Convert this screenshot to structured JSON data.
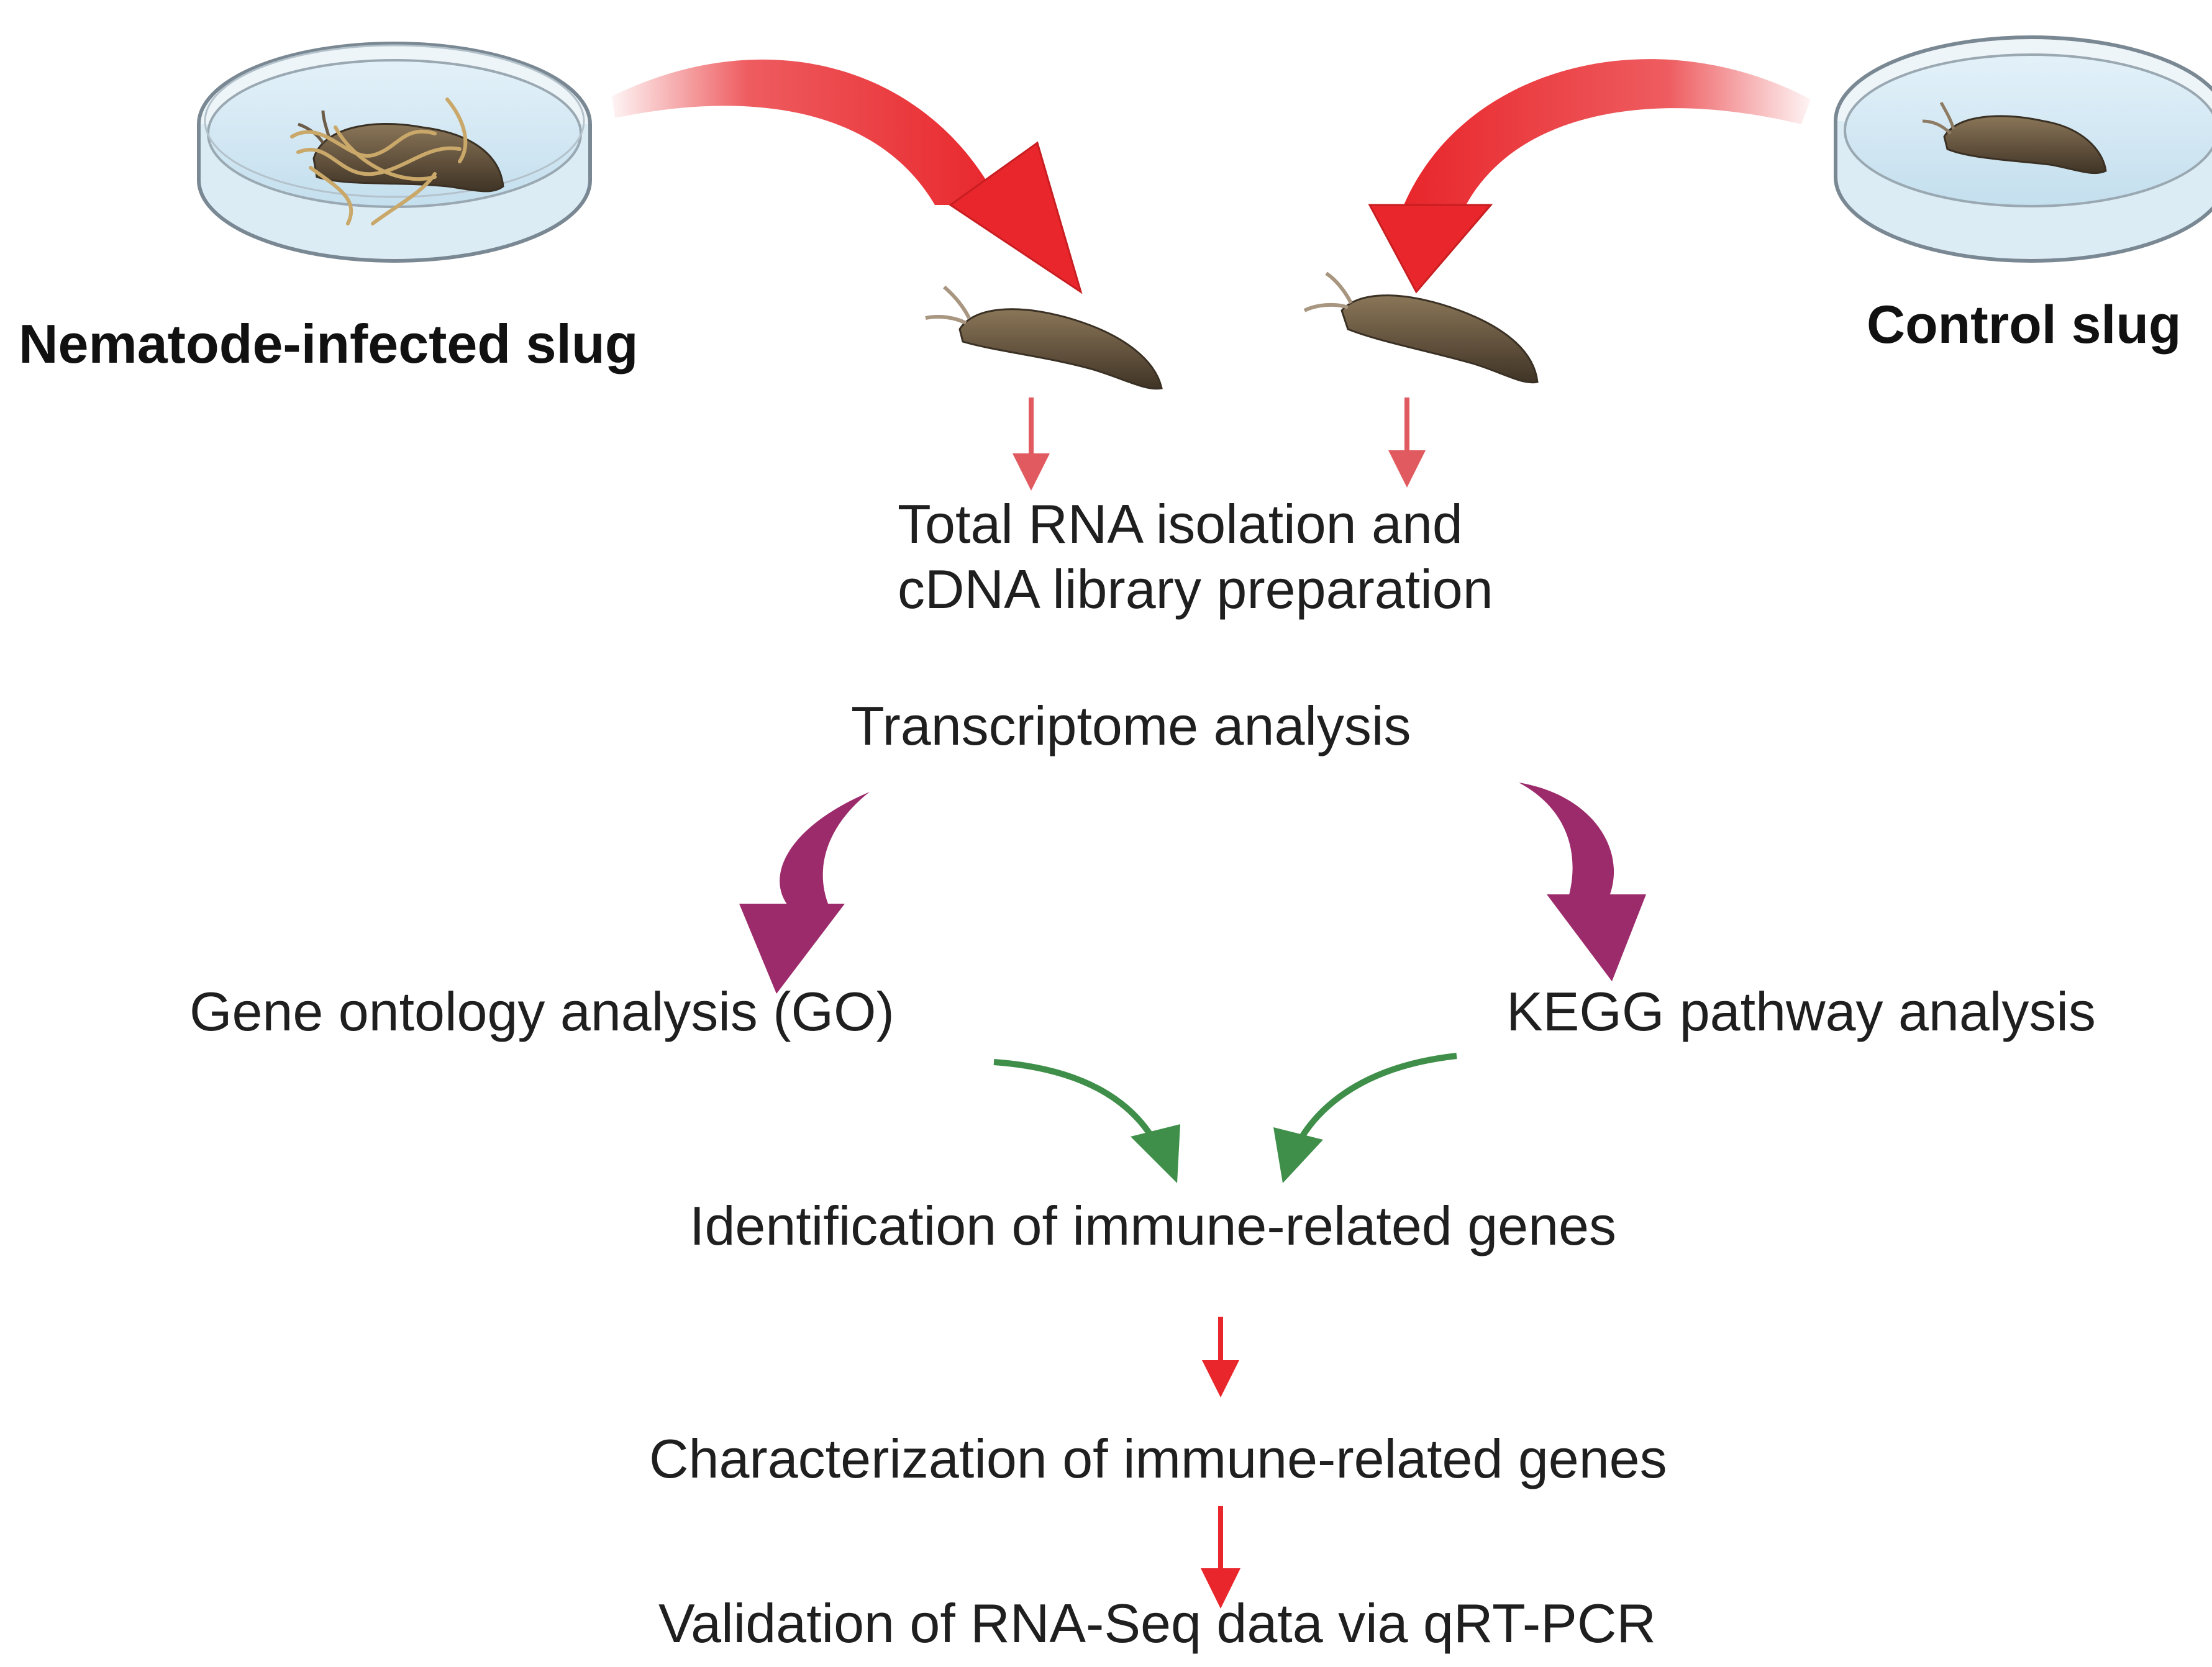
{
  "labels": {
    "infected": "Nematode-infected slug",
    "control": "Control slug",
    "rna_line1": "Total RNA  isolation and",
    "rna_line2": "cDNA library preparation",
    "transcriptome": "Transcriptome analysis",
    "go": "Gene ontology analysis (GO)",
    "kegg": "KEGG pathway analysis",
    "identification": "Identification of immune-related genes",
    "characterization": "Characterization of immune-related genes",
    "validation": "Validation of RNA-Seq data via qRT-PCR"
  },
  "colors": {
    "red_arrow": "#e8262b",
    "red_small_arrow": "#e05a5f",
    "magenta_arrow": "#9c2b6b",
    "green_arrow": "#3f8f4a",
    "dish_rim": "#6b7a85",
    "dish_liquid": "#cfe6f3",
    "slug_body": "#6b5a44",
    "text": "#1f1f1f"
  },
  "icons": [
    "petri-dish-icon",
    "slug-icon",
    "nematode-icon"
  ]
}
